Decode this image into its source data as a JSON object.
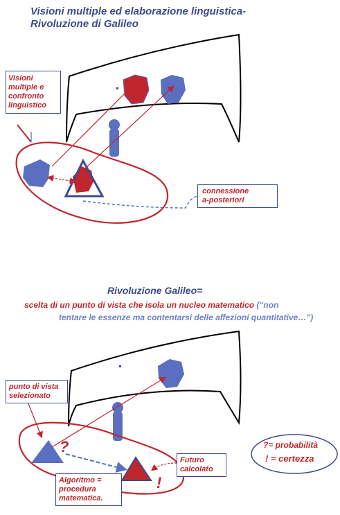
{
  "top": {
    "title_line1": "Visioni multiple ed elaborazione linguistica-",
    "title_line2": "Rivoluzione di Galileo",
    "box_visioni": [
      "Visioni",
      "multiple e",
      "confronto",
      "linguistico"
    ],
    "box_connessione": [
      "connessione",
      "a-posteriori"
    ]
  },
  "bottom": {
    "heading": "Rivoluzione Galileo=",
    "subtitle_red": "scelta di un punto di vista che isola un nucleo matematico",
    "subtitle_blue_1": "(“non",
    "subtitle_blue_2": "tentare le essenze  ma contentarsi delle affezioni quantitative…”)",
    "box_punto": [
      "punto di vista",
      "selezionato"
    ],
    "box_futuro": [
      "Futuro",
      "calcolato"
    ],
    "box_algoritmo": [
      "Algoritmo =",
      "procedura",
      "matematica."
    ],
    "question_mark": "?",
    "exclamation_mark": "!",
    "legend_line1": "?= probabilità",
    "legend_line2": "! = certezza"
  },
  "colors": {
    "red": "#c0262d",
    "blue": "#3b4a8c",
    "shape_blue": "#5a6fbf"
  }
}
